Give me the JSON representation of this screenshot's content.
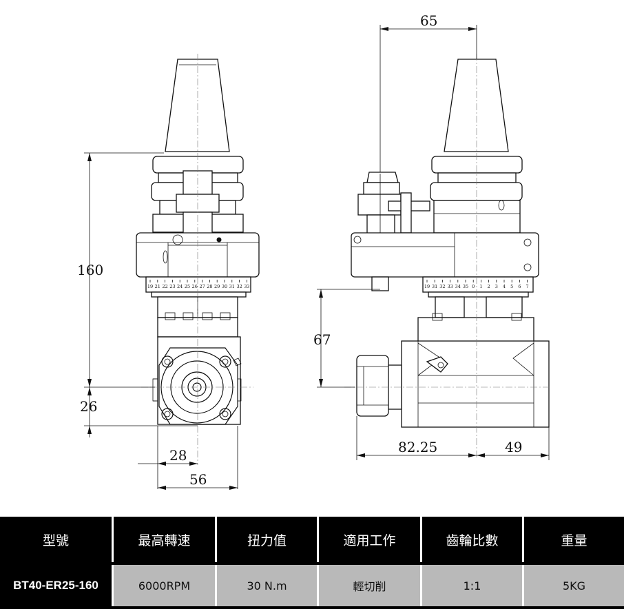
{
  "dimensions": {
    "top_offset": "65",
    "height_total": "160",
    "height_lower": "26",
    "height_side": "67",
    "width_half": "28",
    "width_body": "56",
    "length_front": "82.25",
    "length_back": "49"
  },
  "scale_left": [
    "19",
    "21",
    "22",
    "23",
    "24",
    "25",
    "26",
    "27",
    "28",
    "29",
    "30",
    "31",
    "32",
    "33"
  ],
  "scale_right": [
    "19",
    "31",
    "32",
    "33",
    "34",
    "35",
    "0",
    "1",
    "2",
    "3",
    "4",
    "5",
    "6",
    "7"
  ],
  "table": {
    "headers": [
      "型號",
      "最高轉速",
      "扭力值",
      "適用工作",
      "齒輪比數",
      "重量"
    ],
    "values": [
      "BT40-ER25-160",
      "6000RPM",
      "30 N.m",
      "輕切削",
      "1:1",
      "5KG"
    ]
  }
}
